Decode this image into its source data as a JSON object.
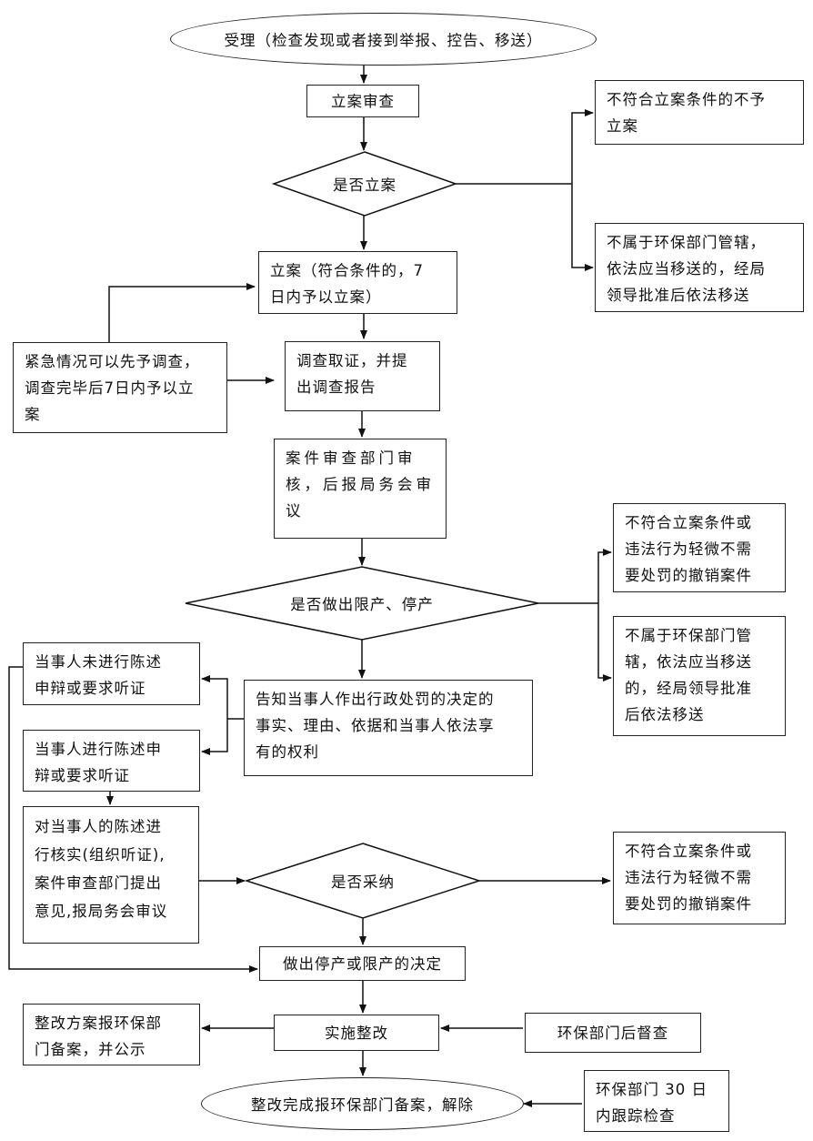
{
  "nodes": {
    "accept": "受理（检查发现或者接到举报、控告、移送）",
    "filing_review": "立案审查",
    "no_filing": "不符合立案条件的不予\n立案",
    "decide_filing": "是否立案",
    "not_jurisdiction_1": "不属于环保部门管辖，\n依法应当移送的，经局\n领导批准后依法移送",
    "filing": "立案（符合条件的，7\n日内予以立案）",
    "emergency": "紧急情况可以先予调查，\n调查完毕后7日内予以立\n案",
    "investigate": "调查取证，并提\n出调查报告",
    "case_review": "案件审查部门审\n核，后报局务会审\n议",
    "revoke_1": "不符合立案条件或\n违法行为轻微不需\n要处罚的撤销案件",
    "decide_limit": "是否做出限产、停产",
    "not_jurisdiction_2": "不属于环保部门管\n辖，依法应当移送\n的，经局领导批准\n后依法移送",
    "no_statement": "当事人未进行陈述\n申辩或要求听证",
    "notify": "告知当事人作出行政处罚的决定的\n事实、理由、依据和当事人依法享\n有的权利",
    "statement": "当事人进行陈述申\n辩或要求听证",
    "verify": "对当事人的陈述进\n行核实(组织听证),\n案件审查部门提出\n意见,报局务会审议",
    "decide_adopt": "是否采纳",
    "revoke_2": "不符合立案条件或\n违法行为轻微不需\n要处罚的撤销案件",
    "make_decision": "做出停产或限产的决定",
    "rectify_plan": "整改方案报环保部\n门备案，并公示",
    "rectify": "实施整改",
    "supervise": "环保部门后督查",
    "complete": "整改完成报环保部门备案，解除",
    "track_check": "环保部门 30 日\n内跟踪检查"
  }
}
